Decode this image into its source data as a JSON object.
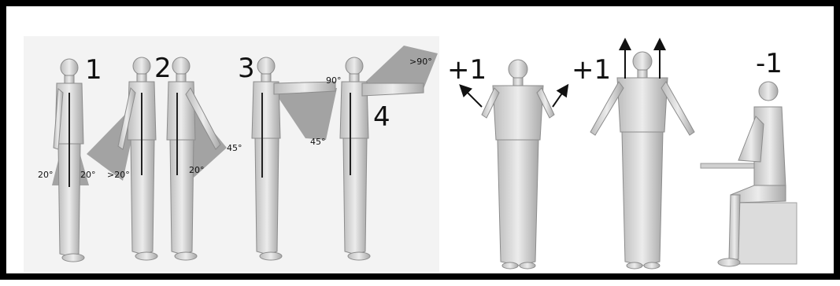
{
  "panels": [
    {
      "label": "1",
      "angles": [
        "20°",
        "20°"
      ]
    },
    {
      "label": "2",
      "angles": [
        ">20°",
        "20°",
        "45°"
      ]
    },
    {
      "label": "3",
      "angles": [
        "90°",
        "45°"
      ]
    },
    {
      "label": "4",
      "angles": [
        ">90°"
      ]
    },
    {
      "label": "+1"
    },
    {
      "label": "+1"
    },
    {
      "label": "-1"
    }
  ],
  "colors": {
    "border": "#000000",
    "wedge": "#9a9a9a",
    "figure": "#d9d9d9",
    "figure_shadow": "#a9a9a9",
    "background_band": "#f1f1f1"
  }
}
